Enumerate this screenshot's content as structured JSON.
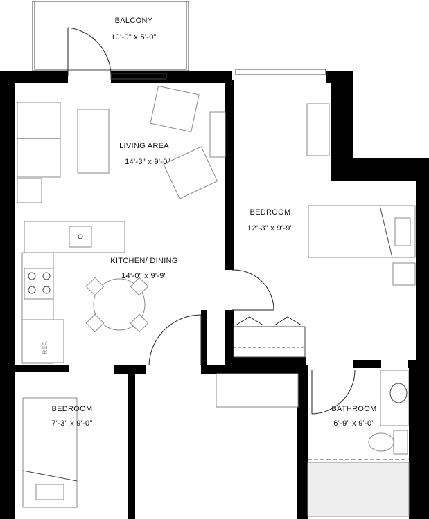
{
  "rooms": {
    "balcony": {
      "name": "BALCONY",
      "size": "10'-0\" x 5'-0\""
    },
    "living": {
      "name": "LIVING AREA",
      "size": "14'-3\" x 9'-0\""
    },
    "kitchen": {
      "name": "KITCHEN/ DINING",
      "size": "14'-0\" x 9'-9\""
    },
    "bedroom1": {
      "name": "BEDROOM",
      "size": "12'-3\" x 9'-9\""
    },
    "bedroom2": {
      "name": "BEDROOM",
      "size": "7'-3\" x 9'-0\""
    },
    "bathroom": {
      "name": "BATHROOM",
      "size": "6'-9\" x 9'-0\""
    }
  },
  "fixtures": {
    "fridge_label": "REF."
  }
}
